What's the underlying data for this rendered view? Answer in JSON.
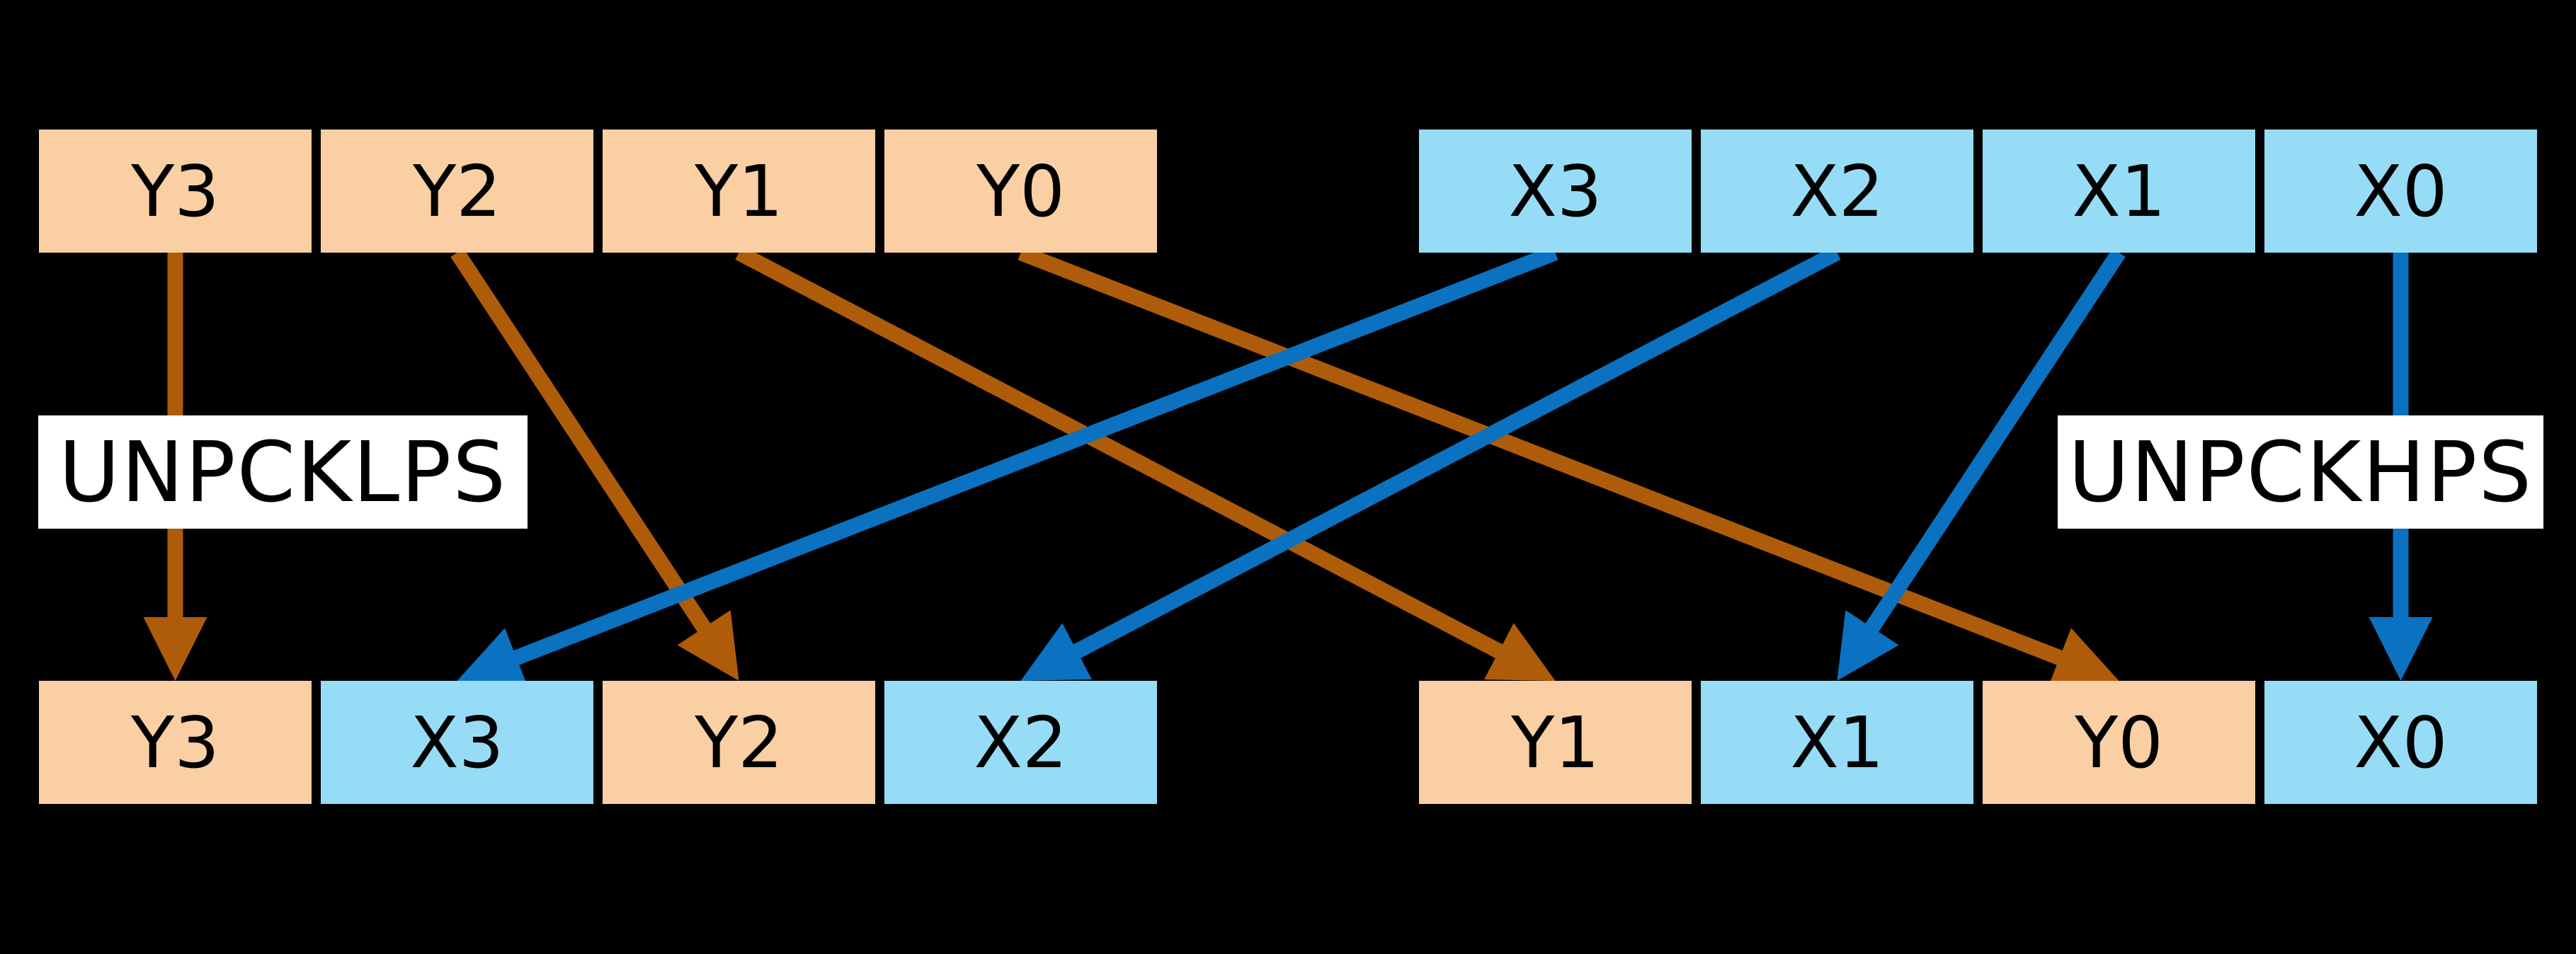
{
  "labels": {
    "left": "UNPCKLPS",
    "right": "UNPCKHPS"
  },
  "registers": {
    "top_left": {
      "cells": [
        {
          "label": "Y3",
          "color": "tan"
        },
        {
          "label": "Y2",
          "color": "tan"
        },
        {
          "label": "Y1",
          "color": "tan"
        },
        {
          "label": "Y0",
          "color": "tan"
        }
      ]
    },
    "top_right": {
      "cells": [
        {
          "label": "X3",
          "color": "blue"
        },
        {
          "label": "X2",
          "color": "blue"
        },
        {
          "label": "X1",
          "color": "blue"
        },
        {
          "label": "X0",
          "color": "blue"
        }
      ]
    },
    "bottom_left": {
      "cells": [
        {
          "label": "Y3",
          "color": "tan"
        },
        {
          "label": "X3",
          "color": "blue"
        },
        {
          "label": "Y2",
          "color": "tan"
        },
        {
          "label": "X2",
          "color": "blue"
        }
      ]
    },
    "bottom_right": {
      "cells": [
        {
          "label": "Y1",
          "color": "tan"
        },
        {
          "label": "X1",
          "color": "blue"
        },
        {
          "label": "Y0",
          "color": "tan"
        },
        {
          "label": "X0",
          "color": "blue"
        }
      ]
    }
  },
  "arrows": [
    {
      "from": "top_left.0",
      "to": "bottom_left.0",
      "color": "orange"
    },
    {
      "from": "top_left.1",
      "to": "bottom_left.2",
      "color": "orange"
    },
    {
      "from": "top_left.2",
      "to": "bottom_right.0",
      "color": "orange"
    },
    {
      "from": "top_left.3",
      "to": "bottom_right.2",
      "color": "orange"
    },
    {
      "from": "top_right.0",
      "to": "bottom_left.1",
      "color": "blue"
    },
    {
      "from": "top_right.1",
      "to": "bottom_left.3",
      "color": "blue"
    },
    {
      "from": "top_right.2",
      "to": "bottom_right.1",
      "color": "blue"
    },
    {
      "from": "top_right.3",
      "to": "bottom_right.3",
      "color": "blue"
    }
  ],
  "colors": {
    "background": "#000000",
    "register_tan": "#F9CFA3",
    "register_blue": "#97DCF7",
    "arrow_orange": "#AF5C0A",
    "arrow_blue": "#0A72C0",
    "label_bg": "#FFFFFF",
    "text": "#000000"
  }
}
